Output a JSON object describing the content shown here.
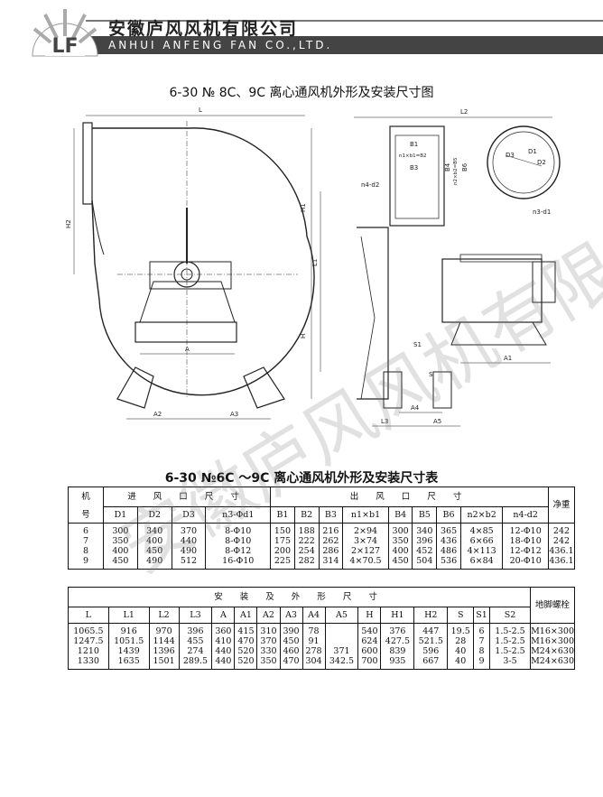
{
  "header": {
    "company_cn": "安徽庐风风机有限公司",
    "company_en": "ANHUI ANFENG FAN CO.,LTD.",
    "logo_text": "LF"
  },
  "drawing": {
    "title": "6-30 № 8C、9C 离心通风机外形及安装尺寸图",
    "labels": [
      "L",
      "L2",
      "H2",
      "H1",
      "L1",
      "H",
      "A",
      "A2",
      "A3",
      "A1",
      "A4",
      "A5",
      "L3",
      "S",
      "S1",
      "B1",
      "B2",
      "B3",
      "B4",
      "B5",
      "B6",
      "n1×b1=B2",
      "n2×b2=B5",
      "n4-d2",
      "n3-d1",
      "D3",
      "D1",
      "D2"
    ]
  },
  "table1": {
    "title": "6-30 №6C ～9C 离心通风机外形及安装尺寸表",
    "col_ji": "机",
    "col_hao": "号",
    "inlet_header": "进 风 口 尺 寸",
    "outlet_header": "出 风 口 尺 寸",
    "weight_header": "净重",
    "sub_headers": [
      "D1",
      "D2",
      "D3",
      "n3-Φd1",
      "B1",
      "B2",
      "B3",
      "n1×b1",
      "B4",
      "B5",
      "B6",
      "n2×b2",
      "n4-d2"
    ],
    "rows": [
      [
        "6",
        "300",
        "340",
        "370",
        "8-Φ10",
        "150",
        "188",
        "216",
        "2×94",
        "300",
        "340",
        "365",
        "4×85",
        "12-Φ10",
        "242"
      ],
      [
        "7",
        "350",
        "400",
        "440",
        "8-Φ10",
        "175",
        "222",
        "262",
        "3×74",
        "350",
        "396",
        "436",
        "6×66",
        "18-Φ10",
        "242"
      ],
      [
        "8",
        "400",
        "450",
        "490",
        "8-Φ12",
        "200",
        "254",
        "286",
        "2×127",
        "400",
        "452",
        "486",
        "4×113",
        "12-Φ12",
        "436.1"
      ],
      [
        "9",
        "450",
        "490",
        "512",
        "16-Φ10",
        "225",
        "282",
        "314",
        "4×70.5",
        "450",
        "504",
        "536",
        "6×84",
        "20-Φ10",
        "436.1"
      ]
    ]
  },
  "table2": {
    "group_header": "安 装 及 外 形 尺 寸",
    "bolt_header": "地脚螺栓",
    "sub_headers": [
      "L",
      "L1",
      "L2",
      "L3",
      "A",
      "A1",
      "A2",
      "A3",
      "A4",
      "A5",
      "H",
      "H1",
      "H2",
      "S",
      "S1",
      "S2"
    ],
    "rows": [
      [
        "1065.5",
        "916",
        "970",
        "396",
        "360",
        "415",
        "310",
        "390",
        "78",
        "",
        "540",
        "376",
        "447",
        "19.5",
        "6",
        "1.5-2.5",
        "M16×300"
      ],
      [
        "1247.5",
        "1051.5",
        "1144",
        "455",
        "410",
        "470",
        "370",
        "450",
        "91",
        "",
        "624",
        "427.5",
        "521.5",
        "28",
        "7",
        "1.5-2.5",
        "M16×300"
      ],
      [
        "1210",
        "1439",
        "1396",
        "274",
        "440",
        "520",
        "330",
        "460",
        "278",
        "371",
        "600",
        "839",
        "596",
        "40",
        "8",
        "1.5-2.5",
        "M24×630"
      ],
      [
        "1330",
        "1635",
        "1501",
        "289.5",
        "440",
        "520",
        "350",
        "470",
        "304",
        "342.5",
        "700",
        "935",
        "667",
        "40",
        "9",
        "3-5",
        "M24×630"
      ]
    ]
  },
  "watermark": "安徽庐风风机有限公司"
}
